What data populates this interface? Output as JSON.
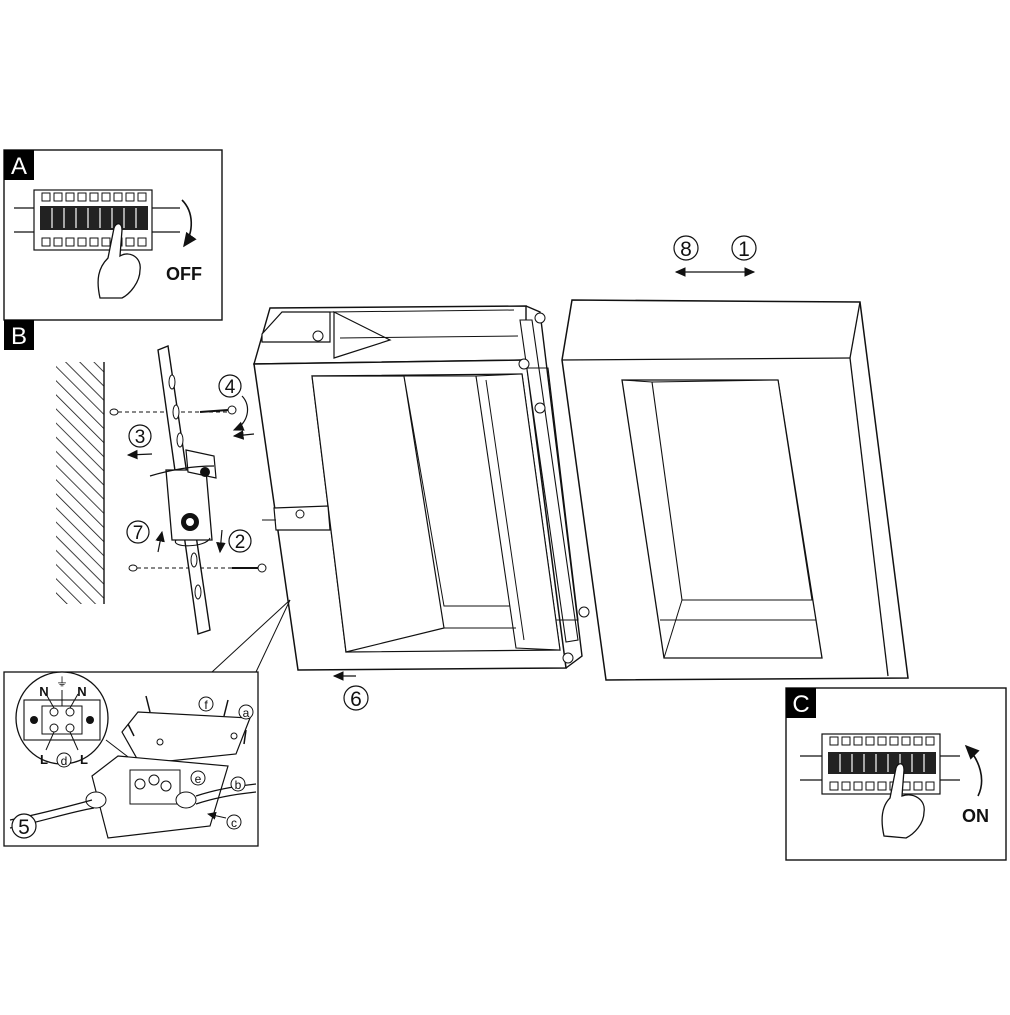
{
  "panels": {
    "A": {
      "label": "A",
      "state_text": "OFF"
    },
    "B": {
      "label": "B"
    },
    "C": {
      "label": "C",
      "state_text": "ON"
    }
  },
  "steps": {
    "s1": "1",
    "s2": "2",
    "s3": "3",
    "s4": "4",
    "s5": "5",
    "s6": "6",
    "s7": "7",
    "s8": "8"
  },
  "terminal": {
    "n_left": "N",
    "n_right": "N",
    "l_left": "L",
    "l_right": "L",
    "earth": "⏚"
  },
  "parts": {
    "a": "a",
    "b": "b",
    "c": "c",
    "d": "d",
    "e": "e",
    "f": "f"
  },
  "colors": {
    "ink": "#111111",
    "panel_label_bg": "#000000",
    "panel_label_fg": "#ffffff"
  }
}
